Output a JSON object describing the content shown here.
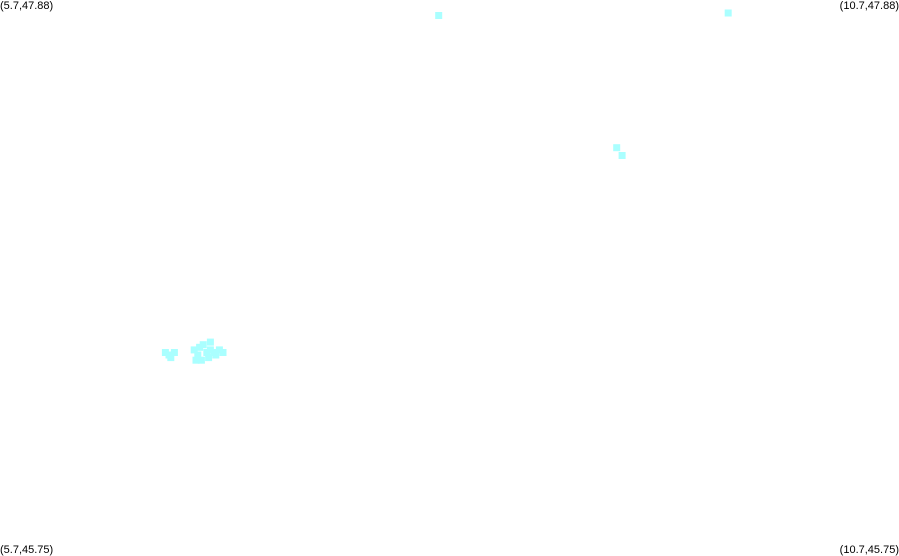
{
  "corners": {
    "top_left": "(5.7,47.88)",
    "top_right": "(10.7,47.88)",
    "bottom_left": "(5.7,45.75)",
    "bottom_right": "(10.7,45.75)"
  },
  "bounds": {
    "lon_min": 5.7,
    "lon_max": 10.7,
    "lat_min": 45.75,
    "lat_max": 47.88
  },
  "marker_color": "#aaffff",
  "points": [
    {
      "lon": 8.14,
      "lat": 47.82
    },
    {
      "lon": 9.75,
      "lat": 47.83
    },
    {
      "lon": 9.13,
      "lat": 47.31
    },
    {
      "lon": 9.16,
      "lat": 47.28
    },
    {
      "lon": 6.62,
      "lat": 46.52
    },
    {
      "lon": 6.64,
      "lat": 46.51
    },
    {
      "lon": 6.67,
      "lat": 46.52
    },
    {
      "lon": 6.65,
      "lat": 46.5
    },
    {
      "lon": 6.78,
      "lat": 46.53
    },
    {
      "lon": 6.8,
      "lat": 46.51
    },
    {
      "lon": 6.83,
      "lat": 46.55
    },
    {
      "lon": 6.85,
      "lat": 46.52
    },
    {
      "lon": 6.87,
      "lat": 46.53
    },
    {
      "lon": 6.89,
      "lat": 46.52
    },
    {
      "lon": 6.92,
      "lat": 46.53
    },
    {
      "lon": 6.94,
      "lat": 46.52
    },
    {
      "lon": 6.79,
      "lat": 46.49
    },
    {
      "lon": 6.82,
      "lat": 46.49
    },
    {
      "lon": 6.86,
      "lat": 46.5
    },
    {
      "lon": 6.9,
      "lat": 46.51
    },
    {
      "lon": 6.87,
      "lat": 46.56
    },
    {
      "lon": 6.81,
      "lat": 46.54
    }
  ]
}
